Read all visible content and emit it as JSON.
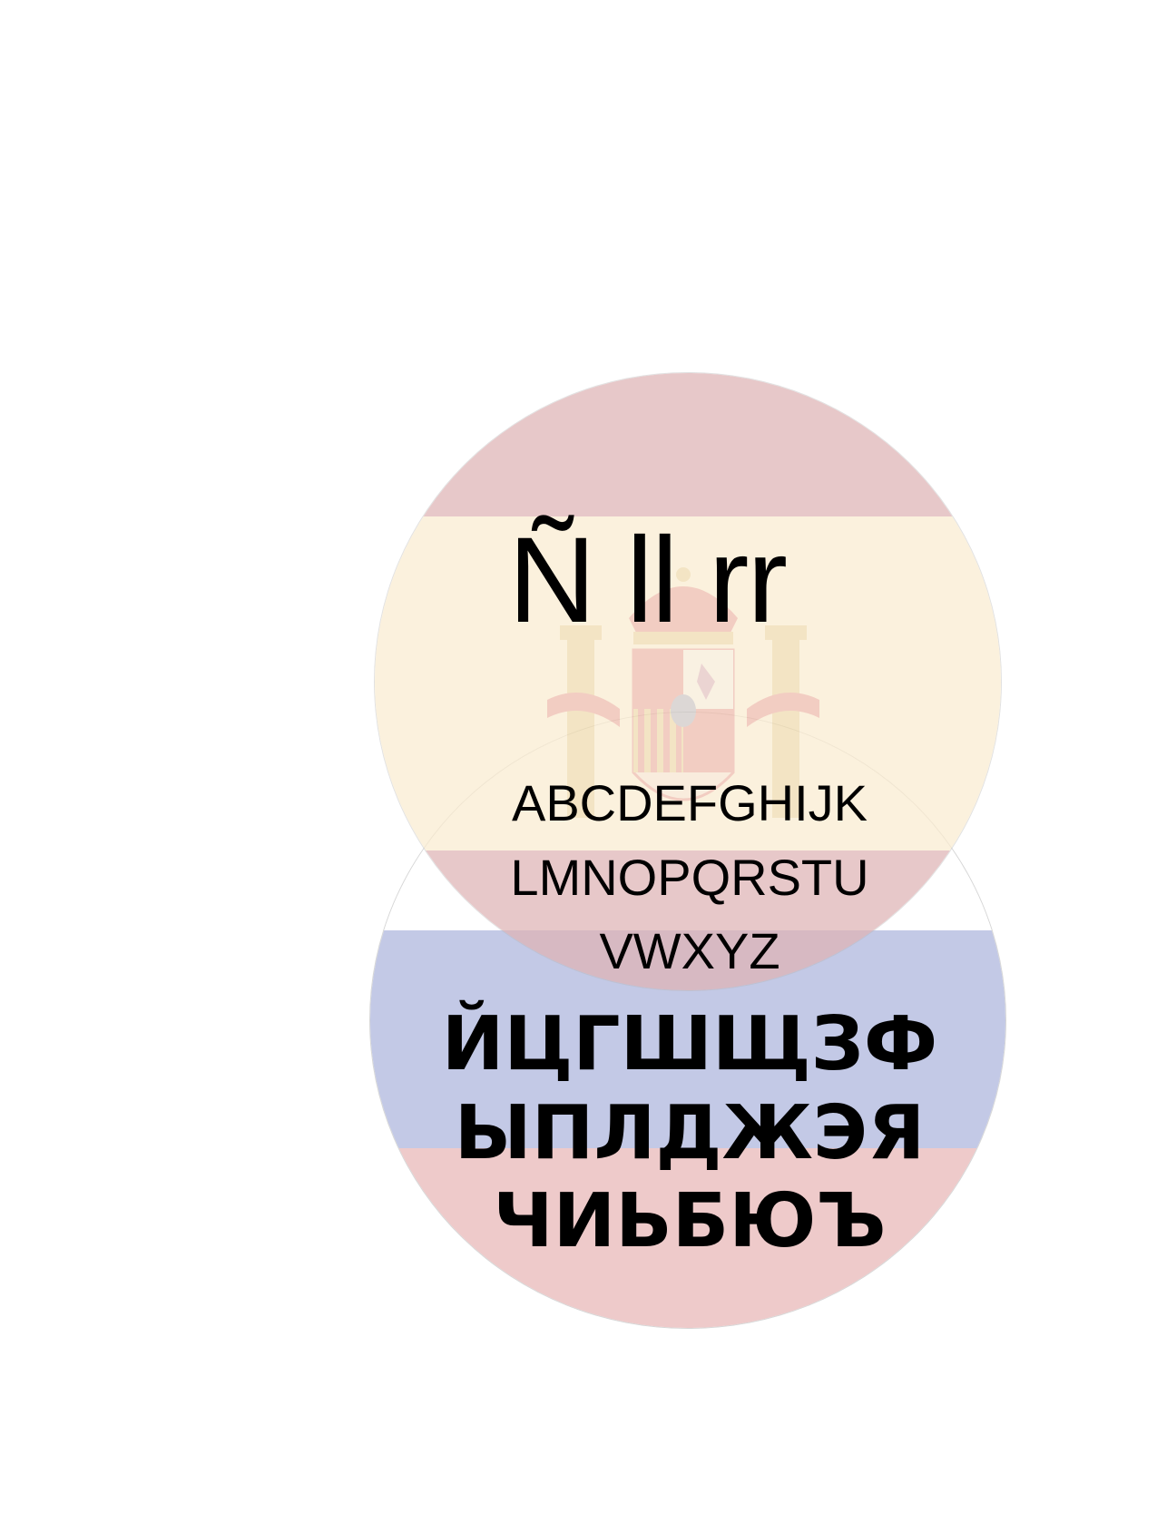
{
  "spanish_flag": {
    "colors": {
      "red": "#eed6d7",
      "yellow": "#fbf1dc"
    },
    "emblem": "spanish-coat-of-arms"
  },
  "russian_flag": {
    "colors": {
      "white": "#ffffff",
      "blue": "#c3c9e6",
      "red": "#eecaca"
    }
  },
  "spanish_letters": "Ñ ll rr",
  "latin_alphabet": {
    "rows": [
      "ABCDEFGHIJK",
      "LMNOPQRSTU",
      "VWXYZ"
    ]
  },
  "cyrillic_letters": {
    "rows": [
      "ЙЦГШЩЗФ",
      "ЫПЛДЖЭЯ",
      "ЧИЬБЮЪ"
    ]
  }
}
